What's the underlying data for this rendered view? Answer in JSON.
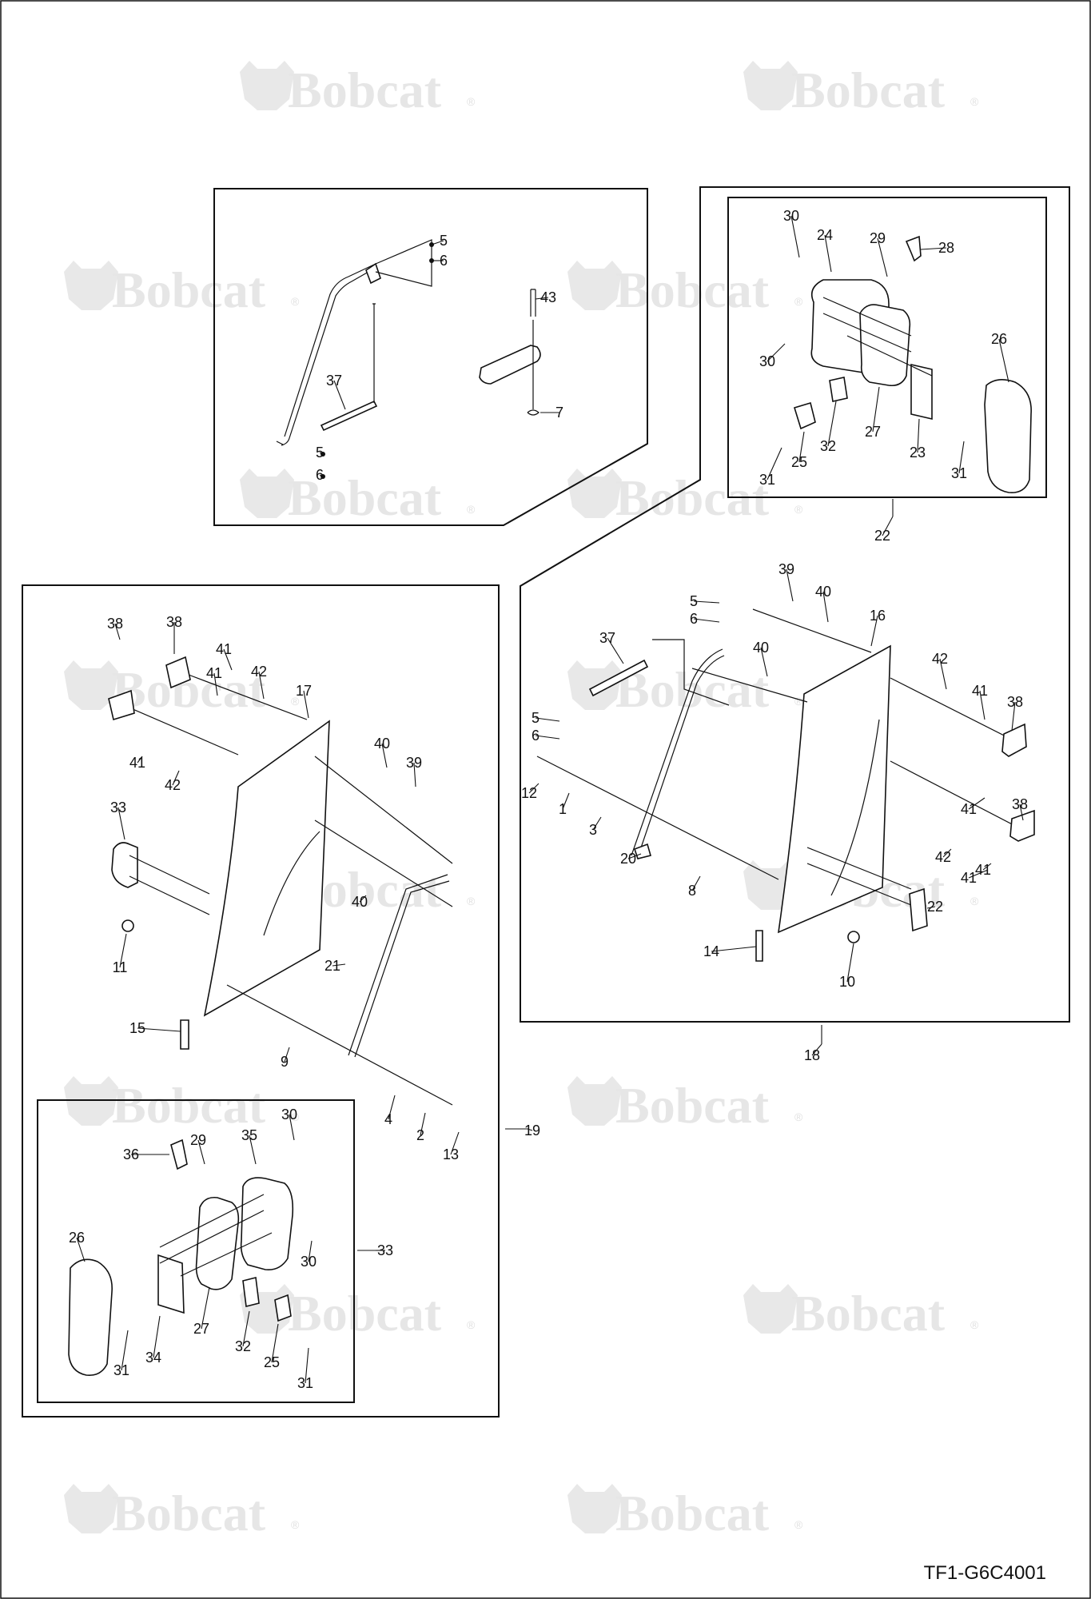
{
  "watermark": {
    "text": "Bobcat",
    "mark": "®"
  },
  "drawing_code": "TF1-G6C4001",
  "callouts": {
    "top_assembly": [
      "5",
      "6",
      "43",
      "37",
      "5",
      "6",
      "7"
    ],
    "right_inset": [
      "30",
      "24",
      "29",
      "28",
      "30",
      "26",
      "32",
      "27",
      "23",
      "31",
      "25",
      "31",
      "22"
    ],
    "right_panel": [
      "39",
      "40",
      "5",
      "6",
      "16",
      "37",
      "40",
      "42",
      "41",
      "38",
      "5",
      "6",
      "12",
      "1",
      "3",
      "41",
      "41",
      "38",
      "20",
      "8",
      "42",
      "41",
      "22",
      "14",
      "10",
      "18"
    ],
    "left_panel": [
      "38",
      "38",
      "41",
      "42",
      "17",
      "41",
      "41",
      "42",
      "40",
      "39",
      "33",
      "40",
      "11",
      "21",
      "15",
      "9",
      "4",
      "2",
      "13",
      "19"
    ],
    "left_inset": [
      "30",
      "36",
      "29",
      "35",
      "26",
      "30",
      "33",
      "27",
      "34",
      "32",
      "31",
      "25",
      "31"
    ]
  }
}
